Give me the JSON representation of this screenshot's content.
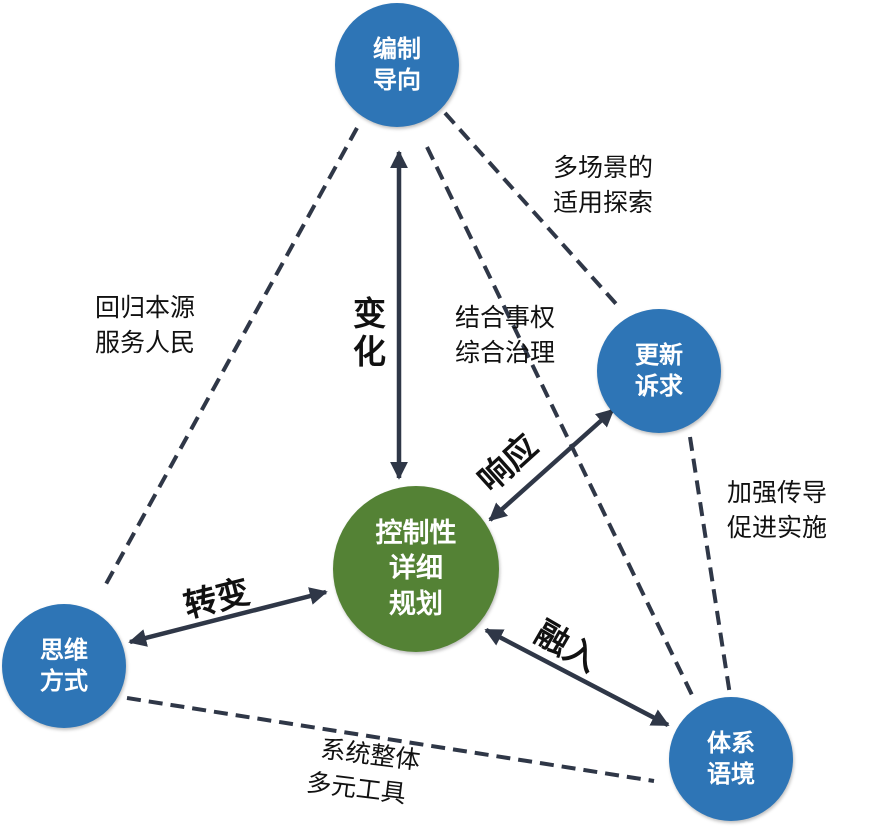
{
  "nodes": {
    "top": [
      "编制",
      "导向"
    ],
    "right": [
      "更新",
      "诉求"
    ],
    "left": [
      "思维",
      "方式"
    ],
    "bottom": [
      "体系",
      "语境"
    ],
    "center": [
      "控制性",
      "详细",
      "规划"
    ]
  },
  "edge_labels": {
    "top_right": [
      "多场景的",
      "适用探索"
    ],
    "top_left": [
      "回归本源",
      "服务人民"
    ],
    "top_bottom": [
      "结合事权",
      "综合治理"
    ],
    "right_bottom": [
      "加强传导",
      "促进实施"
    ],
    "left_bottom": [
      "系统整体",
      "多元工具"
    ]
  },
  "arrow_labels": {
    "top": [
      "变",
      "化"
    ],
    "right": "响应",
    "left": "转变",
    "bottom": "融入"
  },
  "colors": {
    "node_blue": "#2e75b6",
    "node_green": "#548235",
    "arrow": "#2f3747",
    "dashed": "#2f3747"
  }
}
